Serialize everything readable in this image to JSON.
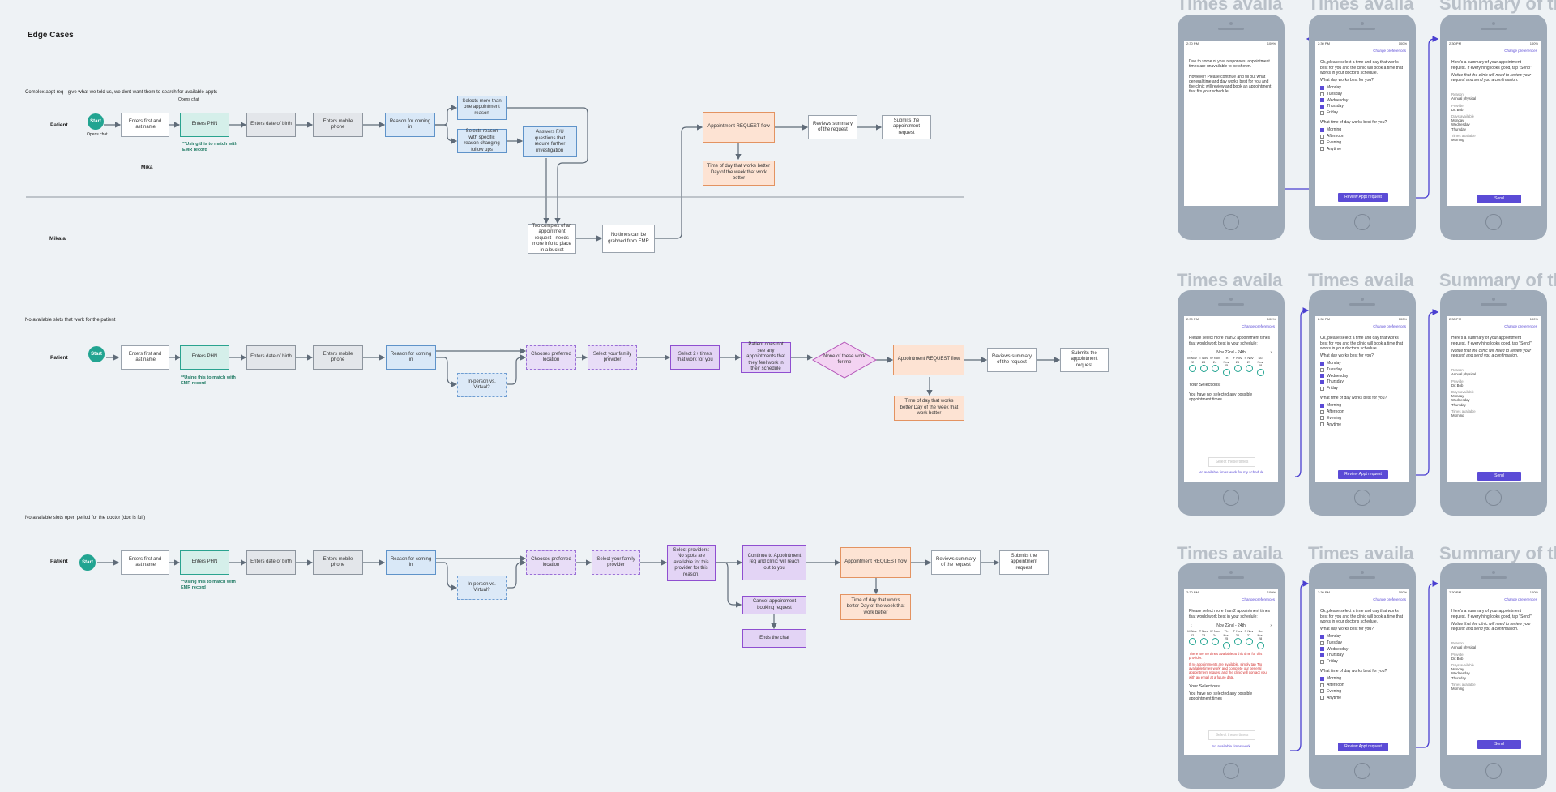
{
  "page": {
    "title": "Edge Cases"
  },
  "rows": {
    "r1": {
      "caption": "Complex appt req - give what we told us, we dont want them to search for available appts",
      "opens_chat_top": "Opens chat",
      "lane_patient": "Patient",
      "lane_mika": "Mika",
      "lane_mikala": "Mikala",
      "start": "Start",
      "opens_chat": "Opens chat",
      "n1": "Enters first and last name",
      "n2": "Enters PHN",
      "n2_note": "**Using this to match with EMR record",
      "n3": "Enters date of birth",
      "n4": "Enters mobile phone",
      "n5": "Reason for coming in",
      "n6": "Selects more than one appointment reason",
      "n7": "Selects reason with specific reason changing follow ups",
      "n8": "Answers F/U questions that require further investigation",
      "n9": "Too complex of an appointment request - needs more info to place in a bucket",
      "n10": "No times can be grabbed from EMR",
      "n11": "Appointment REQUEST flow",
      "n12": "Time of day that works better Day of the week that work better",
      "n13": "Reviews summary of the request",
      "n14": "Submits the appointment request"
    },
    "r2": {
      "caption": "No available slots that work for the patient",
      "lane_patient": "Patient",
      "start": "Start",
      "n1": "Enters first and last name",
      "n2": "Enters PHN",
      "n2_note": "**Using this to match with EMR record",
      "n3": "Enters date of birth",
      "n4": "Enters mobile phone",
      "n5": "Reason for coming in",
      "n6": "In-person vs. Virtual?",
      "n7": "Chooses preferred location",
      "n8": "Select your family provider",
      "n9": "Select 2+ times that work for you",
      "n10": "Patient does not see any appointments that they feel work in their schedule",
      "n11": "None of these work for me",
      "n12": "Appointment REQUEST flow",
      "n13": "Time of day that works better Day of the week that work better",
      "n14": "Reviews summary of the request",
      "n15": "Submits the appointment request"
    },
    "r3": {
      "caption": "No available slots open period for the doctor (doc is full)",
      "lane_patient": "Patient",
      "start": "Start",
      "n1": "Enters first and last name",
      "n2": "Enters PHN",
      "n2_note": "**Using this to match with EMR record",
      "n3": "Enters date of birth",
      "n4": "Enters mobile phone",
      "n5": "Reason for coming in",
      "n6": "In-person vs. Virtual?",
      "n7": "Chooses preferred location",
      "n8": "Select your family provider",
      "n9": "Select providers: No spots are available for this provider for this reason.",
      "n10": "Continue to Appointment req and clinic will reach out to you",
      "n11": "Cancel appointment booking request",
      "n12": "Ends the chat",
      "n13": "Appointment REQUEST flow",
      "n14": "Time of day that works better Day of the week that work better",
      "n15": "Reviews summary of the request",
      "n16": "Submits the appointment request"
    }
  },
  "phones": {
    "title_times": "Times available",
    "title_summary": "Summary of the",
    "time": "2:30 PM",
    "battery": "100%",
    "change_pref": "Change preferences",
    "unavail_p1": "Due to some of your responses, appointment times are unavailable to be shown.",
    "unavail_p2": "However! Please continue and fill out what general time and day works best for you and the clinic will review and book an appointment that fits your schedule.",
    "req_intro": "Ok, please select a time and day that works best for you and the clinic will book a time that works in your doctor's schedule.",
    "q_day": "What day works best for you?",
    "days": [
      "Monday",
      "Tuesday",
      "Wednesday",
      "Thursday",
      "Friday"
    ],
    "q_time": "What time of day works best for you?",
    "times": [
      "Morning",
      "Afternoon",
      "Evening",
      "Anytime"
    ],
    "review_btn": "Review Appt request",
    "sum_intro": "Here's a summary of your appointment request. If everything looks good, tap \"Send\".",
    "sum_notice": "Notice that the clinic will need to review your request and send you a confirmation.",
    "sum_reason_l": "Reason",
    "sum_reason_v": "Annual physical",
    "sum_prov_l": "Provider",
    "sum_prov_v": "Dr. Bob",
    "sum_days_l": "Days available",
    "sum_days_v": [
      "Monday",
      "Wednesday",
      "Thursday"
    ],
    "sum_times_l": "Times available",
    "sum_times_v": "Morning",
    "send_btn": "Send",
    "sel_intro": "Please select more than 2 appointment times that would work best in your schedule:",
    "week": "Nov 22nd - 24th",
    "cal_days": [
      "M Nov 22",
      "T Nov 23",
      "W Nov 24",
      "Th Nov 25",
      "F Nov 26",
      "S Nov 27",
      "Su Nov 28"
    ],
    "your_sel": "Your Selections:",
    "no_sel": "You have not selected any possible appointment times",
    "select_times": "Select these times",
    "none_work": "No available times work for my schedule",
    "none_work2": "No available times work",
    "no_slots_msg": "There are no times available at this time for this provider.",
    "no_slots_red": "If no appointments are available, simply tap 'No available times work' and complete our general appointment request and the clinic will contact you with an email at a future date."
  }
}
